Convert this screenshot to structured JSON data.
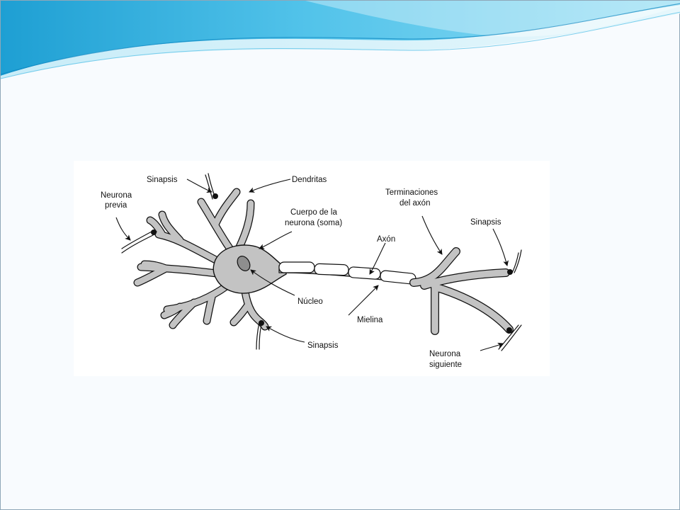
{
  "diagram": {
    "labels": {
      "sinapsis_top": "Sinapsis",
      "dendritas": "Dendritas",
      "neurona_previa_1": "Neurona",
      "neurona_previa_2": "previa",
      "cuerpo_1": "Cuerpo de la",
      "cuerpo_2": "neurona (soma)",
      "terminaciones_1": "Terminaciones",
      "terminaciones_2": "del axón",
      "axon": "Axón",
      "sinapsis_right": "Sinapsis",
      "nucleo": "Núcleo",
      "mielina": "Mielina",
      "sinapsis_bottom": "Sinapsis",
      "neurona_siguiente_1": "Neurona",
      "neurona_siguiente_2": "siguiente"
    },
    "colors": {
      "cell_fill": "#c3c3c3",
      "outline": "#111111",
      "myelin_fill": "#ffffff",
      "header_blue": "#3fb6e2",
      "header_light": "#bfe8f6"
    }
  }
}
